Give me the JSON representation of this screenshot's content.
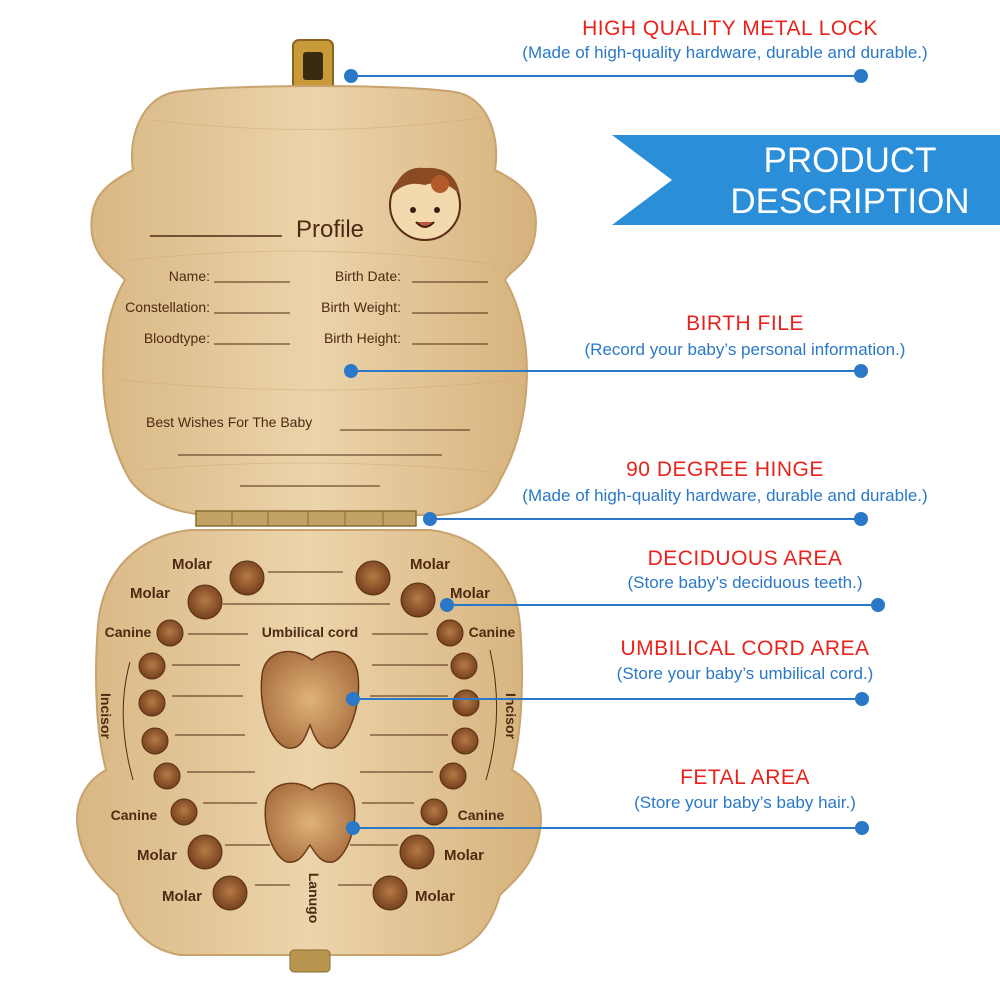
{
  "banner": {
    "line1": "PRODUCT",
    "line2": "DESCRIPTION",
    "color": "#2a8fd8"
  },
  "callouts": [
    {
      "title": "HIGH QUALITY METAL LOCK",
      "subtitle": "(Made of high-quality hardware, durable and durable.)"
    },
    {
      "title": "BIRTH FILE",
      "subtitle": "(Record your baby’s personal information.)"
    },
    {
      "title": "90 DEGREE HINGE",
      "subtitle": "(Made of high-quality hardware, durable and durable.)"
    },
    {
      "title": "DECIDUOUS AREA",
      "subtitle": "(Store baby’s deciduous teeth.)"
    },
    {
      "title": "UMBILICAL CORD AREA",
      "subtitle": "(Store your baby’s umbilical cord.)"
    },
    {
      "title": "FETAL AREA",
      "subtitle": "(Store your baby’s baby hair.)"
    }
  ],
  "lid": {
    "profile_title": "Profile",
    "fields": {
      "name": "Name:",
      "birth_date": "Birth Date:",
      "constellation": "Constellation:",
      "birth_weight": "Birth Weight:",
      "bloodtype": "Bloodtype:",
      "birth_height": "Birth Height:"
    },
    "wishes": "Best Wishes For The Baby"
  },
  "tray": {
    "molar": "Molar",
    "canine": "Canine",
    "incisor": "Incisor",
    "umbilical_cord": "Umbilical cord",
    "lanugo": "Lanugo"
  },
  "colors": {
    "title_red": "#e8231c",
    "subtitle_blue": "#2a78c7",
    "wood": "#e3c69a",
    "engrave": "#4e2a12"
  }
}
